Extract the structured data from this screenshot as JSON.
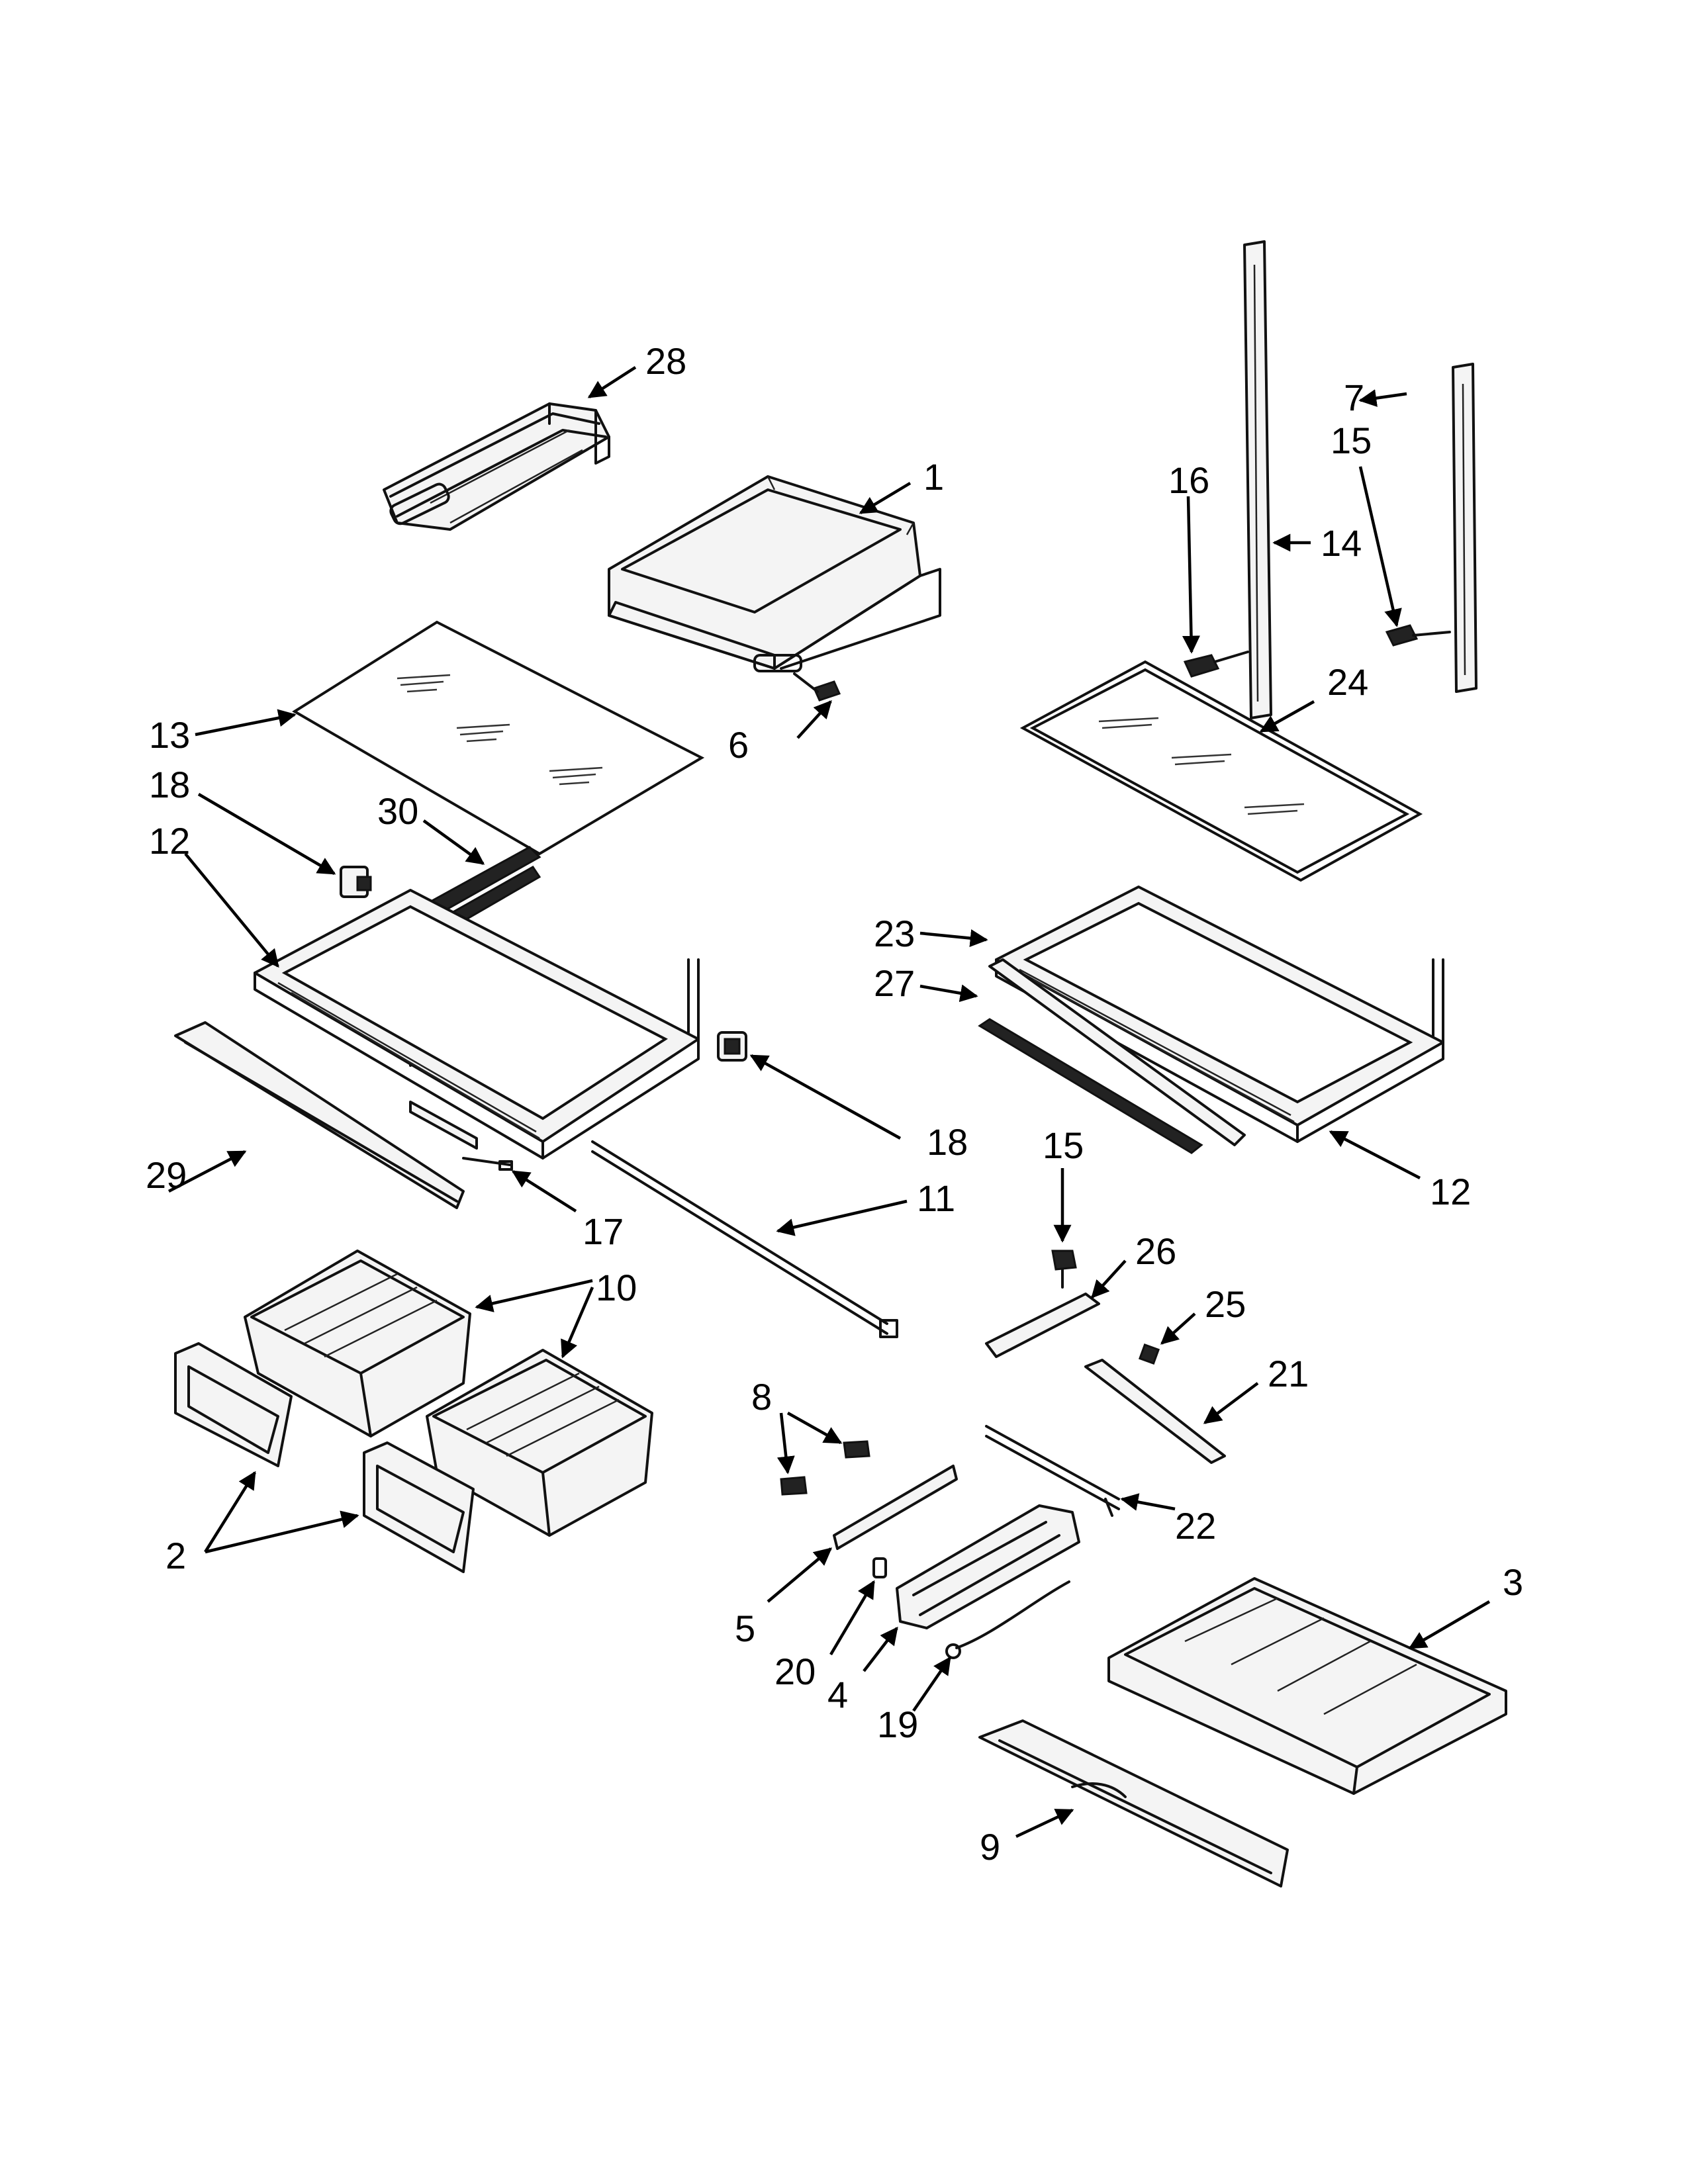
{
  "callouts": {
    "c1": "1",
    "c2": "2",
    "c3": "3",
    "c4": "4",
    "c5": "5",
    "c6": "6",
    "c7": "7",
    "c8": "8",
    "c9": "9",
    "c10": "10",
    "c11": "11",
    "c12a": "12",
    "c12b": "12",
    "c13": "13",
    "c14": "14",
    "c15a": "15",
    "c15b": "15",
    "c16": "16",
    "c17": "17",
    "c18a": "18",
    "c18b": "18",
    "c19": "19",
    "c20": "20",
    "c21": "21",
    "c22": "22",
    "c23": "23",
    "c24": "24",
    "c25": "25",
    "c26": "26",
    "c27": "27",
    "c28": "28",
    "c29": "29",
    "c30": "30"
  }
}
